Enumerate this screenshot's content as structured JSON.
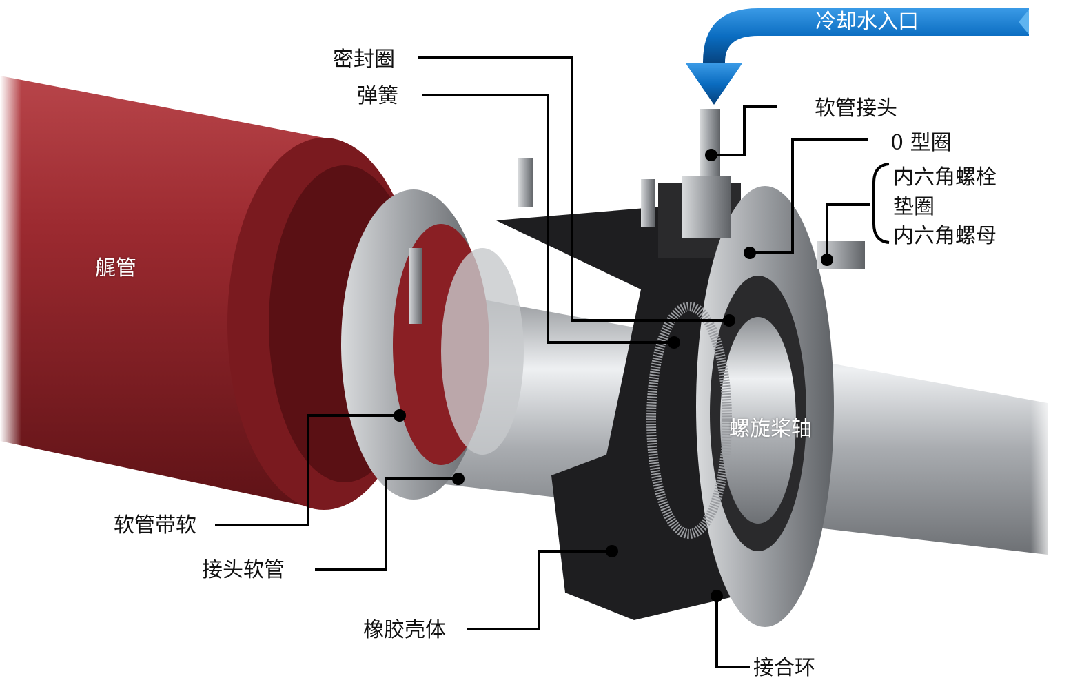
{
  "title_banner": "冷却水入口",
  "labels": {
    "seal_ring": "密封圈",
    "spring": "弹簧",
    "hose_fitting": "软管接头",
    "o_ring": "0  型圈",
    "hex_bolt": "内六角螺栓",
    "washer": "垫圈",
    "hex_nut": "内六角螺母",
    "stern_tube": "艉管",
    "propeller_shaft": "螺旋桨轴",
    "hose_clamp": "软管带软",
    "joint_hose": "接头软管",
    "rubber_housing": "橡胶壳体",
    "coupling_ring": "接合环"
  },
  "colors": {
    "stern_tube": "#8a1f24",
    "arrow_blue": "#0a6cc0",
    "shaft": "#b9bcc0",
    "housing": "#1c1c1e"
  }
}
